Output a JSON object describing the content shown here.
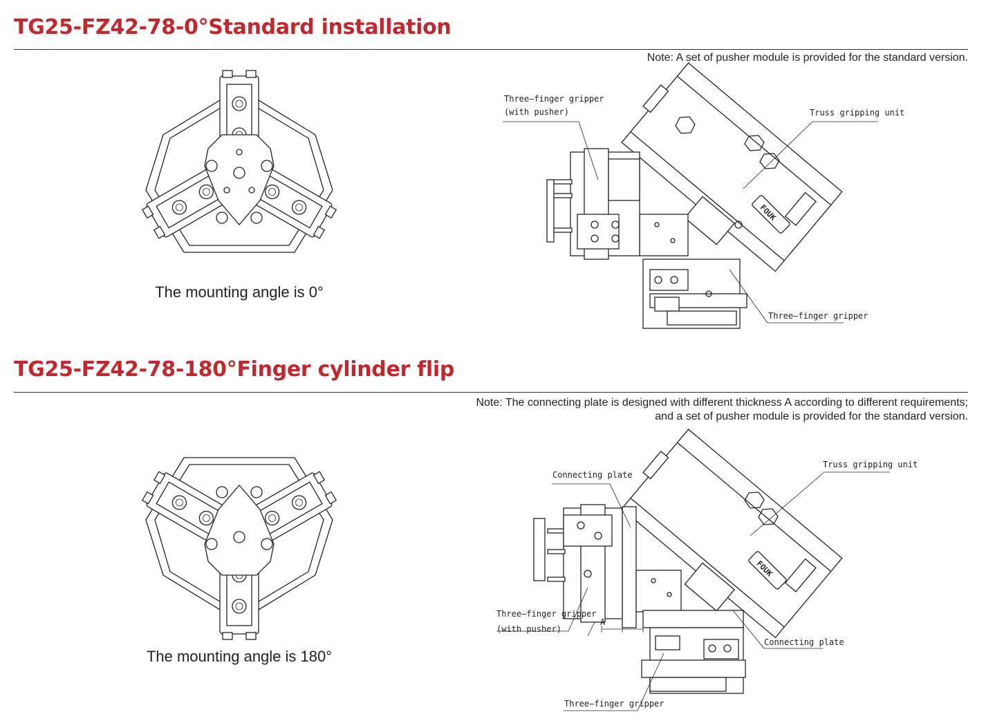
{
  "section1": {
    "title": "TG25-FZ42-78-0°Standard installation",
    "note": "Note: A set of pusher module is provided for the standard version.",
    "caption": "The mounting angle is 0°",
    "labels": {
      "gripper_pusher_1": "Three—finger gripper",
      "gripper_pusher_2": "(with pusher)",
      "truss_unit": "Truss gripping unit",
      "gripper": "Three—finger gripper"
    }
  },
  "section2": {
    "title": "TG25-FZ42-78-180°Finger cylinder flip",
    "note_line1": "Note: The connecting plate is designed with different thickness A according to different requirements;",
    "note_line2": "and a set of pusher module is provided for the standard version.",
    "caption": "The mounting angle is 180°",
    "labels": {
      "connecting_plate_top": "Connecting plate",
      "truss_unit": "Truss gripping unit",
      "gripper_pusher_1": "Three—finger gripper",
      "gripper_pusher_2": "(with pusher)",
      "dimension_a": "A",
      "connecting_plate_bottom": "Connecting plate",
      "gripper": "Three—finger gripper"
    }
  },
  "logo_text": "FOUK"
}
